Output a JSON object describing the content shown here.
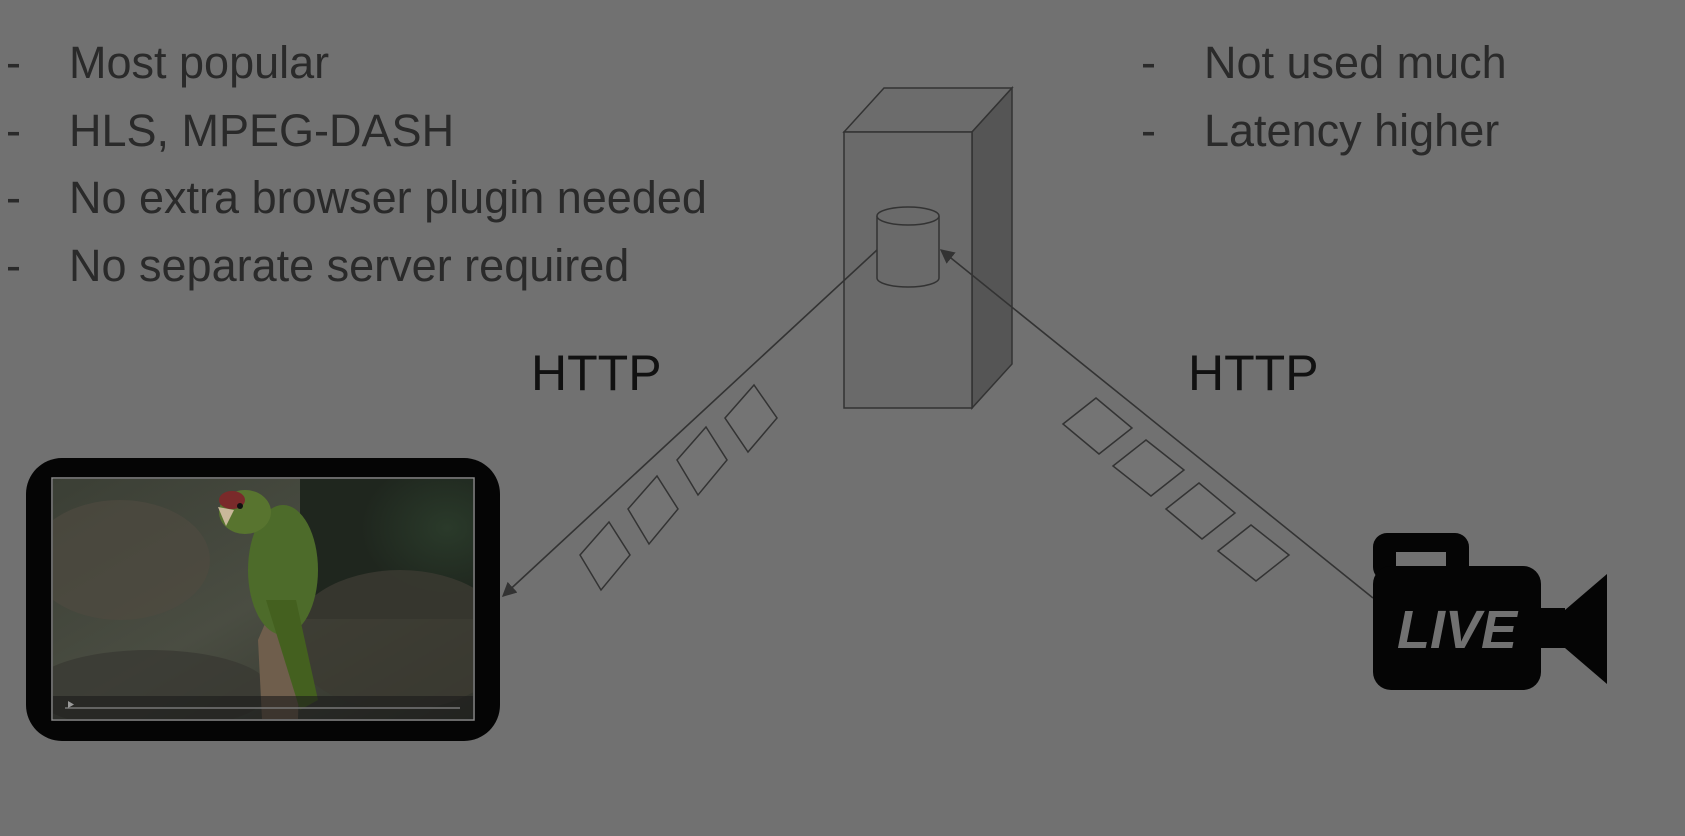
{
  "left_list": {
    "items": [
      {
        "dash": "-",
        "text": "Most popular"
      },
      {
        "dash": "-",
        "text": "HLS, MPEG-DASH"
      },
      {
        "dash": "-",
        "text": "No extra browser plugin needed"
      },
      {
        "dash": "-",
        "text": "No separate server required"
      }
    ]
  },
  "right_list": {
    "items": [
      {
        "dash": "-",
        "text": "Not used much"
      },
      {
        "dash": "-",
        "text": "Latency higher"
      }
    ]
  },
  "labels": {
    "http_left": "HTTP",
    "http_right": "HTTP",
    "camera_text": "LIVE"
  },
  "icons": {
    "server": "server-icon",
    "database": "database-icon",
    "tablet": "tablet-video-icon",
    "camera": "live-camera-icon"
  },
  "colors": {
    "background": "#717171",
    "text": "#2a2a2a",
    "http_text": "#111111",
    "server_front": "#6a6a6a",
    "server_side": "#555555",
    "line": "#333333",
    "device": "#000000"
  }
}
